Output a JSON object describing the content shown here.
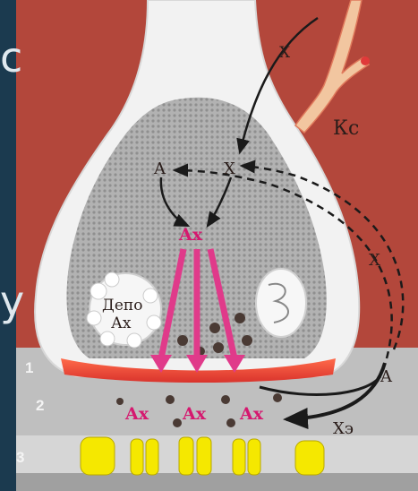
{
  "labels": {
    "x_top": "X",
    "ks": "Кс",
    "a_upper": "A",
    "x_upper": "X",
    "ax_main": "Ax",
    "x_right": "X",
    "a_right": "A",
    "xe": "Хэ",
    "depot_line1": "Депо",
    "depot_line2": "Ах",
    "ax_cleft": [
      "Ax",
      "Ax",
      "Ax"
    ],
    "layer_nums": [
      "1",
      "2",
      "3"
    ]
  },
  "background_partial_glyphs": [
    "с",
    "у"
  ],
  "colors": {
    "background": "#1b3a4f",
    "terminal_bg": "#b3473b",
    "terminal_body": "#f1f1f1",
    "vesicle_field": "#a7a7a7",
    "membrane_red": "#ef4a3a",
    "arrow_pink": "#e03a8a",
    "receptor_yellow": "#f5e800",
    "postsyn_band": "#c9c9c9"
  }
}
